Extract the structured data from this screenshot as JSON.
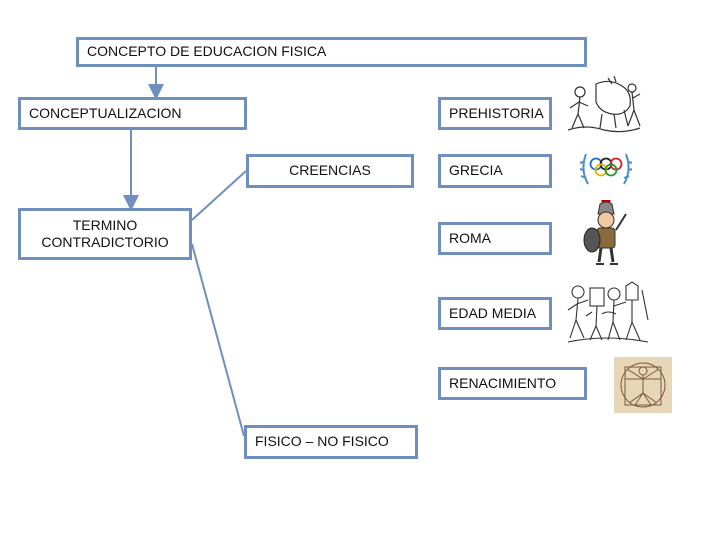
{
  "diagram": {
    "title": "CONCEPTO DE EDUCACION FISICA",
    "conceptualizacion": "CONCEPTUALIZACION",
    "creencias": "CREENCIAS",
    "termino": "TERMINO CONTRADICTORIO",
    "fisico": "FISICO – NO FISICO",
    "historia": [
      {
        "label": "PREHISTORIA",
        "icon": "cave-people-sketch-icon"
      },
      {
        "label": "GRECIA",
        "icon": "olympic-rings-laurel-icon"
      },
      {
        "label": "ROMA",
        "icon": "roman-soldier-icon"
      },
      {
        "label": "EDAD MEDIA",
        "icon": "medieval-knights-sketch-icon"
      },
      {
        "label": "RENACIMIENTO",
        "icon": "vitruvian-man-icon"
      }
    ]
  },
  "colors": {
    "border": "#6f8fbf",
    "connector": "#6f8fbf",
    "rings": [
      "#1f6fd0",
      "#222222",
      "#d8202a",
      "#e8b400",
      "#1a9a3a"
    ],
    "laurel": "#4a8fd0"
  }
}
